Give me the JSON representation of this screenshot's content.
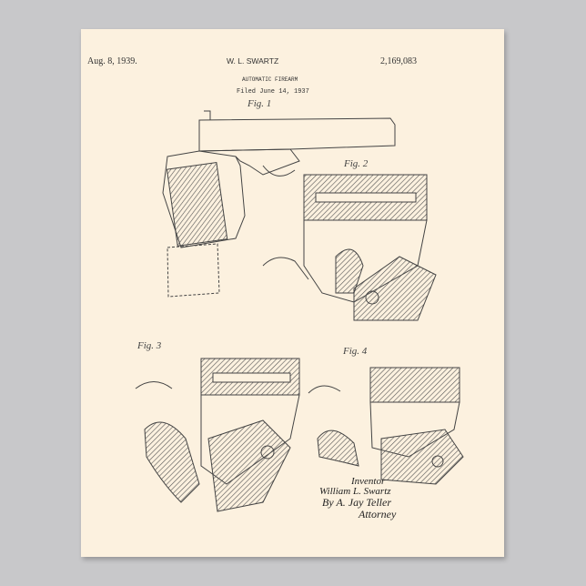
{
  "header": {
    "date": "Aug. 8, 1939.",
    "inventor_name": "W. L. SWARTZ",
    "patent_number": "2,169,083",
    "title": "AUTOMATIC FIREARM",
    "filed": "Filed June 14, 1937"
  },
  "figures": [
    "Fig. 1",
    "Fig. 2",
    "Fig. 3",
    "Fig. 4"
  ],
  "signature": {
    "inventor_label": "Inventor",
    "inventor": "William L. Swartz",
    "by": "By A. Jay Teller",
    "attorney": "Attorney"
  },
  "colors": {
    "paper": "#fcf1df",
    "ink": "#333333",
    "background": "#c8c8ca"
  }
}
